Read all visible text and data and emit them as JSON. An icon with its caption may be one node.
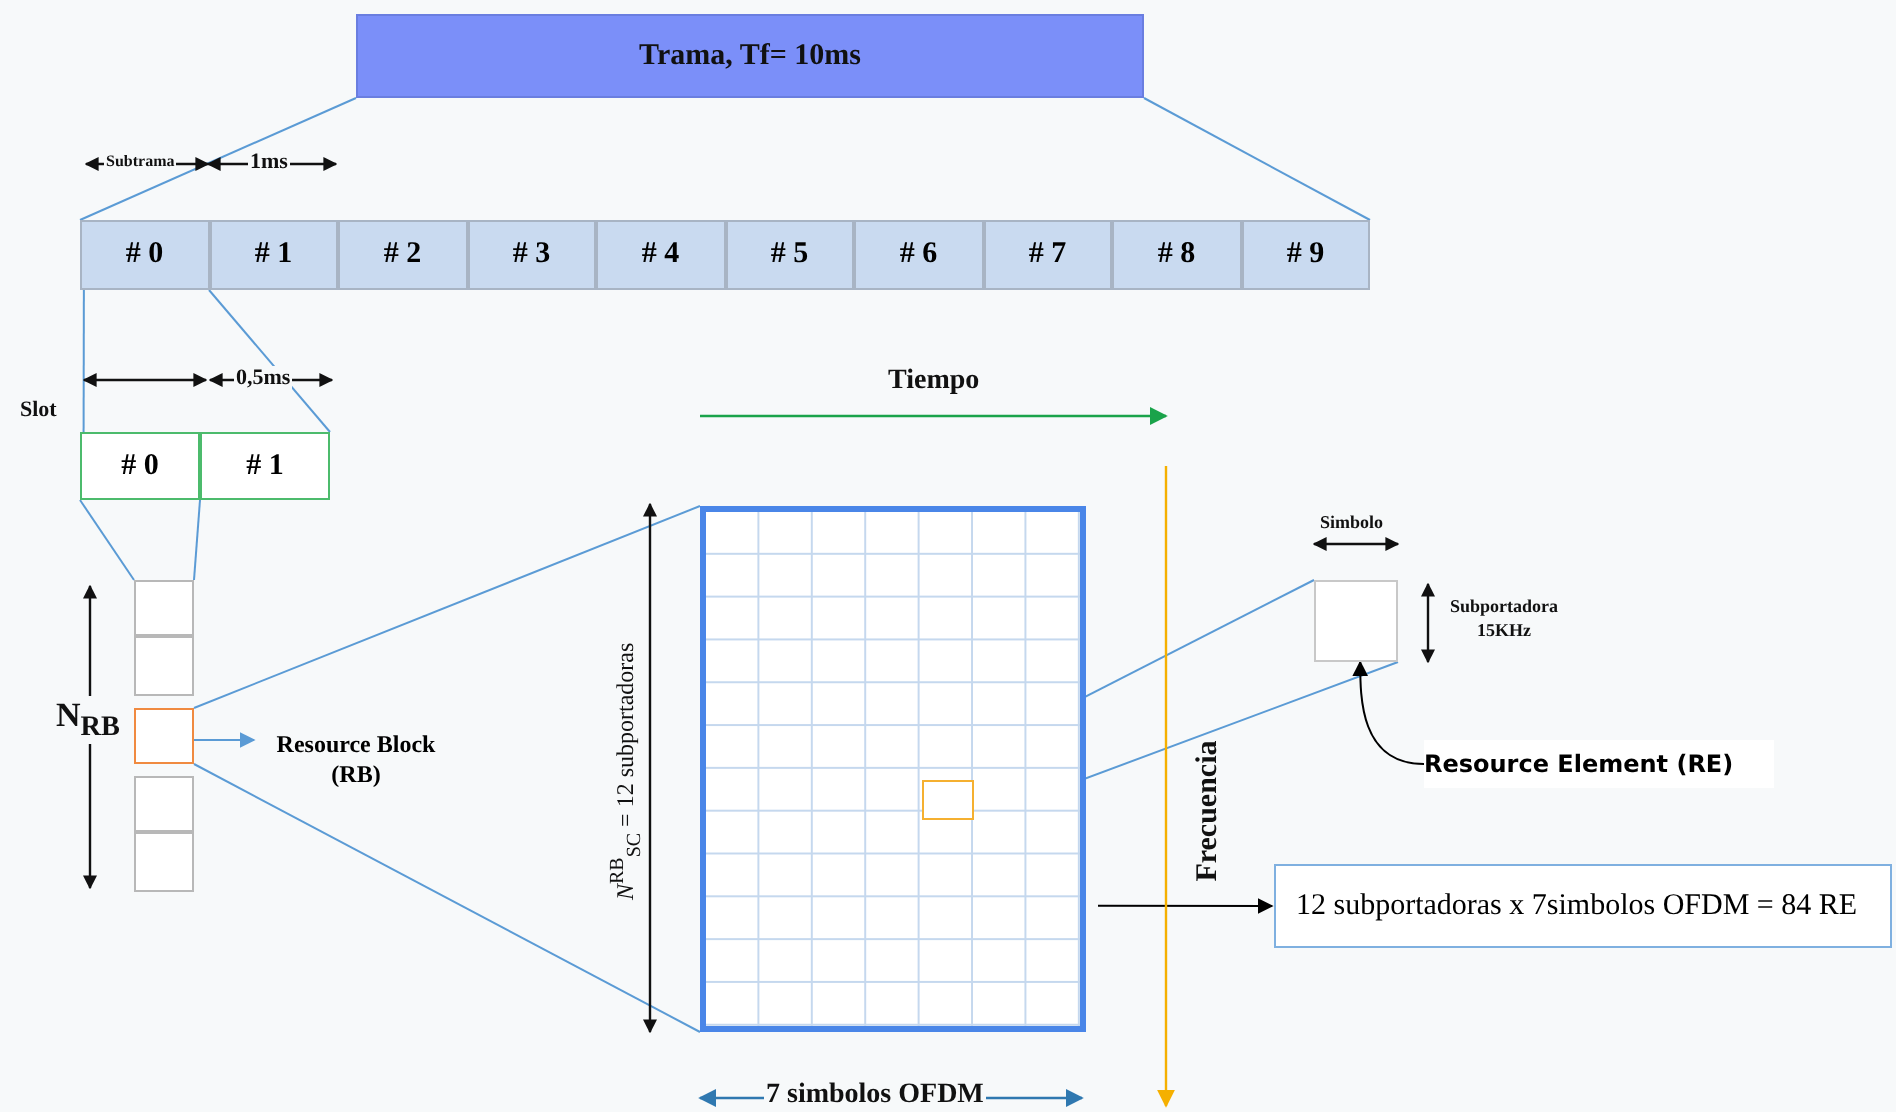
{
  "diagram": {
    "nodes": [
      {
        "text": [
          "Trama, Tf= 10ms"
        ]
      },
      {
        "text": [
          "# 0"
        ]
      },
      {
        "text": [
          "# 1"
        ]
      },
      {
        "text": [
          "# 2"
        ]
      },
      {
        "text": [
          "# 3"
        ]
      },
      {
        "text": [
          "# 4"
        ]
      },
      {
        "text": [
          "# 5"
        ]
      },
      {
        "text": [
          "# 6"
        ]
      },
      {
        "text": [
          "# 7"
        ]
      },
      {
        "text": [
          "# 8"
        ]
      },
      {
        "text": [
          "# 9"
        ]
      },
      {
        "text": [
          "# 0"
        ]
      },
      {
        "text": [
          "# 1"
        ]
      },
      {
        "text": [],
        "shape": "box"
      },
      {
        "text": [],
        "shape": "box"
      },
      {
        "text": [],
        "shape": "box"
      },
      {
        "text": [],
        "shape": "box"
      },
      {
        "text": [],
        "shape": "box"
      },
      {
        "text": [
          "Resource Block (RB)"
        ]
      },
      {
        "text": [],
        "shape": "box"
      },
      {
        "text": [],
        "shape": "box",
        "in": 19
      },
      {
        "text": [],
        "shape": "box"
      },
      {
        "text": [
          "Resource Element (RE)"
        ]
      },
      {
        "text": [
          "12 subportadoras x 7simbolos OFDM = 84 RE"
        ]
      }
    ],
    "edges": [
      {
        "from": 0,
        "to": 1,
        "arrow": "none"
      },
      {
        "from": 0,
        "to": 10,
        "arrow": "none"
      },
      {
        "from": 1,
        "to": 11,
        "arrow": "none"
      },
      {
        "from": 1,
        "to": 12,
        "arrow": "none"
      },
      {
        "from": 11,
        "to": 13,
        "arrow": "none"
      },
      {
        "from": 12,
        "to": 13,
        "arrow": "none"
      },
      {
        "from": 15,
        "to": 18,
        "arrow": "to"
      },
      {
        "from": 15,
        "to": 19,
        "arrow": "none"
      },
      {
        "from": 15,
        "to": 19,
        "arrow": "none"
      },
      {
        "from": 20,
        "to": 21,
        "arrow": "none"
      },
      {
        "from": 20,
        "to": 21,
        "arrow": "none"
      },
      {
        "from": 22,
        "to": 21,
        "arrow": "to",
        "color": "#000000"
      },
      {
        "from": 19,
        "to": 23,
        "arrow": "to",
        "color": "#000000"
      }
    ],
    "labels": [
      "Subtrama",
      "1ms",
      "Slot",
      "0,5ms",
      "Tiempo",
      "N$_{RB}$",
      "*N*$^{RB}$$_{SC}$ = 12 subportadoras",
      "Frecuencia",
      "7 simbolos OFDM",
      "Simbolo",
      "Subportadora 15KHz"
    ]
  }
}
